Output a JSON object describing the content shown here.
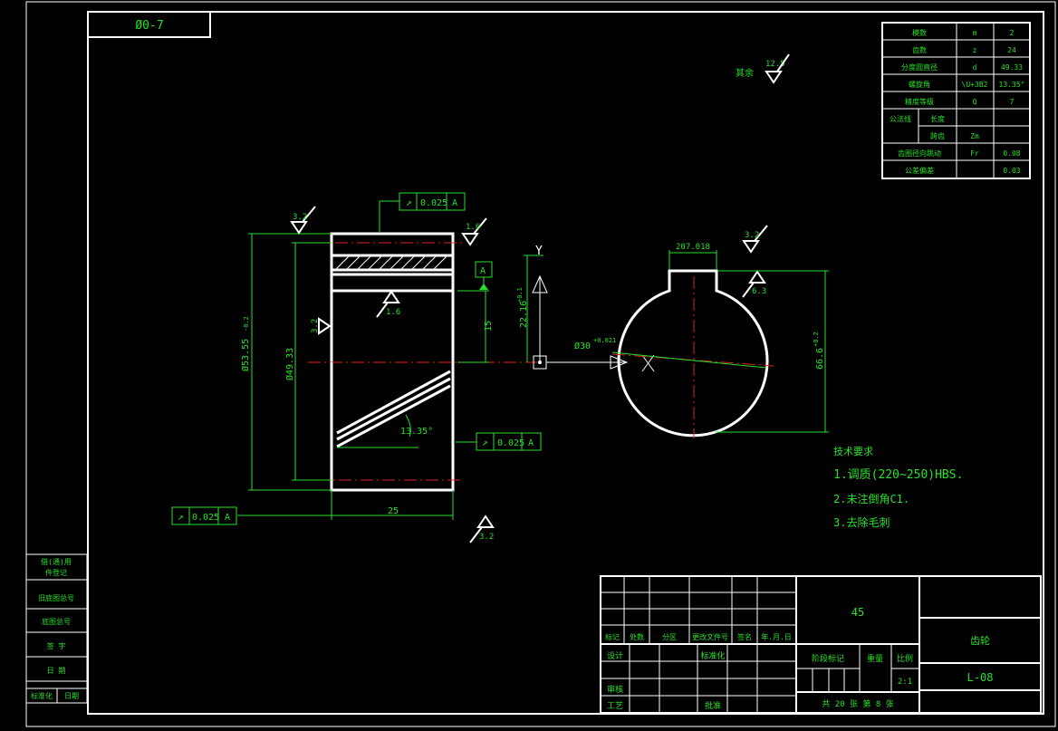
{
  "drawing": {
    "code_box": "Ø0-7",
    "roughness_other": {
      "label": "其余",
      "value": "12.5"
    },
    "params_table": [
      [
        "模数",
        "m",
        "2"
      ],
      [
        "齿数",
        "z",
        "24"
      ],
      [
        "分度圆直径",
        "d",
        "49.33"
      ],
      [
        "螺旋角",
        "\\U+3B2",
        "13.35°"
      ],
      [
        "精度等级",
        "Q",
        "7"
      ],
      [
        "公法线",
        "长度",
        ""
      ],
      [
        "",
        "跨齿",
        "Zm"
      ],
      [
        "齿圈径向跳动",
        "Fr",
        "0.08"
      ],
      [
        "公差偏差",
        "",
        "0.03"
      ]
    ],
    "tolerance_frames": [
      {
        "sym": "↗",
        "val": "0.025",
        "ref": "A"
      },
      {
        "sym": "↗",
        "val": "0.025",
        "ref": "A"
      },
      {
        "sym": "↗",
        "val": "0.025",
        "ref": "A"
      }
    ],
    "datum_label": "A",
    "axis_label": "Y",
    "dims": {
      "d_outer": "Ø53.55",
      "d_outer_tol": "-0.2",
      "d_pitch": "Ø49.33",
      "width": "25",
      "helix": "13.35°",
      "key_height": "22.16",
      "key_height_tol": "+0.1",
      "key_width": "207.018",
      "bore": "Ø30",
      "bore_tol": "+0.021",
      "bore_depth": "66.6",
      "bore_depth_tol": "+0.2",
      "vertical_15": "15"
    },
    "roughness": [
      "3.2",
      "1.6",
      "3.2",
      "1.6",
      "3.2",
      "3.2",
      "6.3"
    ],
    "tech_req": {
      "title": "技术要求",
      "items": [
        "1.调质(220~250)HBS.",
        "2.未注倒角C1.",
        "3.去除毛刺"
      ]
    },
    "title_block": {
      "material": "45",
      "part_name": "齿轮",
      "drawing_no": "L-08",
      "headers": [
        "标记",
        "处数",
        "分区",
        "更改文件号",
        "签名",
        "年.月.日"
      ],
      "rows": [
        "设计",
        "标准化",
        "审核",
        "工艺",
        "批准"
      ],
      "stage_label": "阶段标记",
      "weight_label": "重量",
      "scale_label": "比例",
      "scale": "2:1",
      "sheets": "共  20  张     第  8  张"
    },
    "side_block": [
      "借(通)用",
      "件登记",
      "旧底图总号",
      "底图总号",
      "签  字",
      "日  期",
      "标准化",
      "日期"
    ]
  }
}
